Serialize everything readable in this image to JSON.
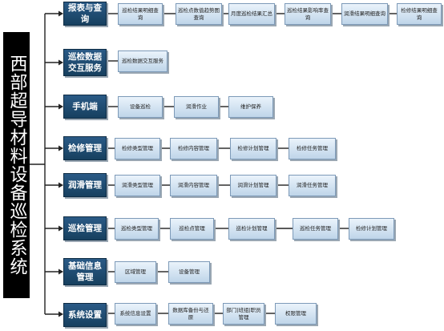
{
  "root": {
    "label": "西部超导材料设备巡检系统"
  },
  "modules": [
    {
      "label": "报表与查询",
      "children": [
        "巡检结果明细查询",
        "巡检点数值趋势图查询",
        "月度巡检结果汇总",
        "巡检结果影响率查询",
        "润滑结果明细查询",
        "检修结果明细查询"
      ]
    },
    {
      "label": "巡检数据交互服务",
      "children": [
        "巡检数据交互服务"
      ]
    },
    {
      "label": "手机端",
      "children": [
        "设备巡检",
        "润滑作业",
        "维护保养"
      ]
    },
    {
      "label": "检修管理",
      "children": [
        "检修类型管理",
        "检修内容管理",
        "检修计划管理",
        "检修任务管理"
      ]
    },
    {
      "label": "润滑管理",
      "children": [
        "润滑类型管理",
        "润滑内容管理",
        "润滑计划管理",
        "润滑任务管理"
      ]
    },
    {
      "label": "巡检管理",
      "children": [
        "巡检类型管理",
        "巡检点管理",
        "巡检计划管理",
        "巡检任务管理",
        "检修计划管理"
      ]
    },
    {
      "label": "基础信息管理",
      "children": [
        "区域管理",
        "设备管理"
      ]
    },
    {
      "label": "系统设置",
      "children": [
        "系统信息设置",
        "数据库备份与还原",
        "部门|班组|职员管理",
        "权限管理"
      ]
    }
  ]
}
